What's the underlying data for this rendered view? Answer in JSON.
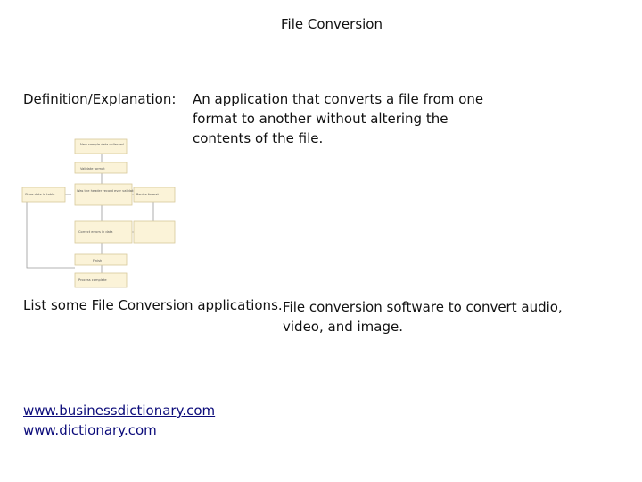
{
  "title": "File Conversion",
  "definition": {
    "label": "Definition/Explanation:",
    "text": "An application that converts a file from one format to another without altering the contents of the file."
  },
  "applications": {
    "label": "List some File Conversion applications.",
    "text": "File conversion software to convert audio, video, and image."
  },
  "references": [
    "www.businessdictionary.com",
    "www.dictionary.com"
  ],
  "flowchart": {
    "boxes": [
      "New sample data collected",
      "Validate format",
      "Store data in table",
      "Was the header record ever validated?",
      "Revise format",
      "Correct errors in data",
      "Finish",
      "Process complete"
    ]
  },
  "colors": {
    "text": "#111111",
    "link": "#0b0b7a",
    "flow_box": "#fbf3d8",
    "flow_border": "#d8c99a"
  }
}
